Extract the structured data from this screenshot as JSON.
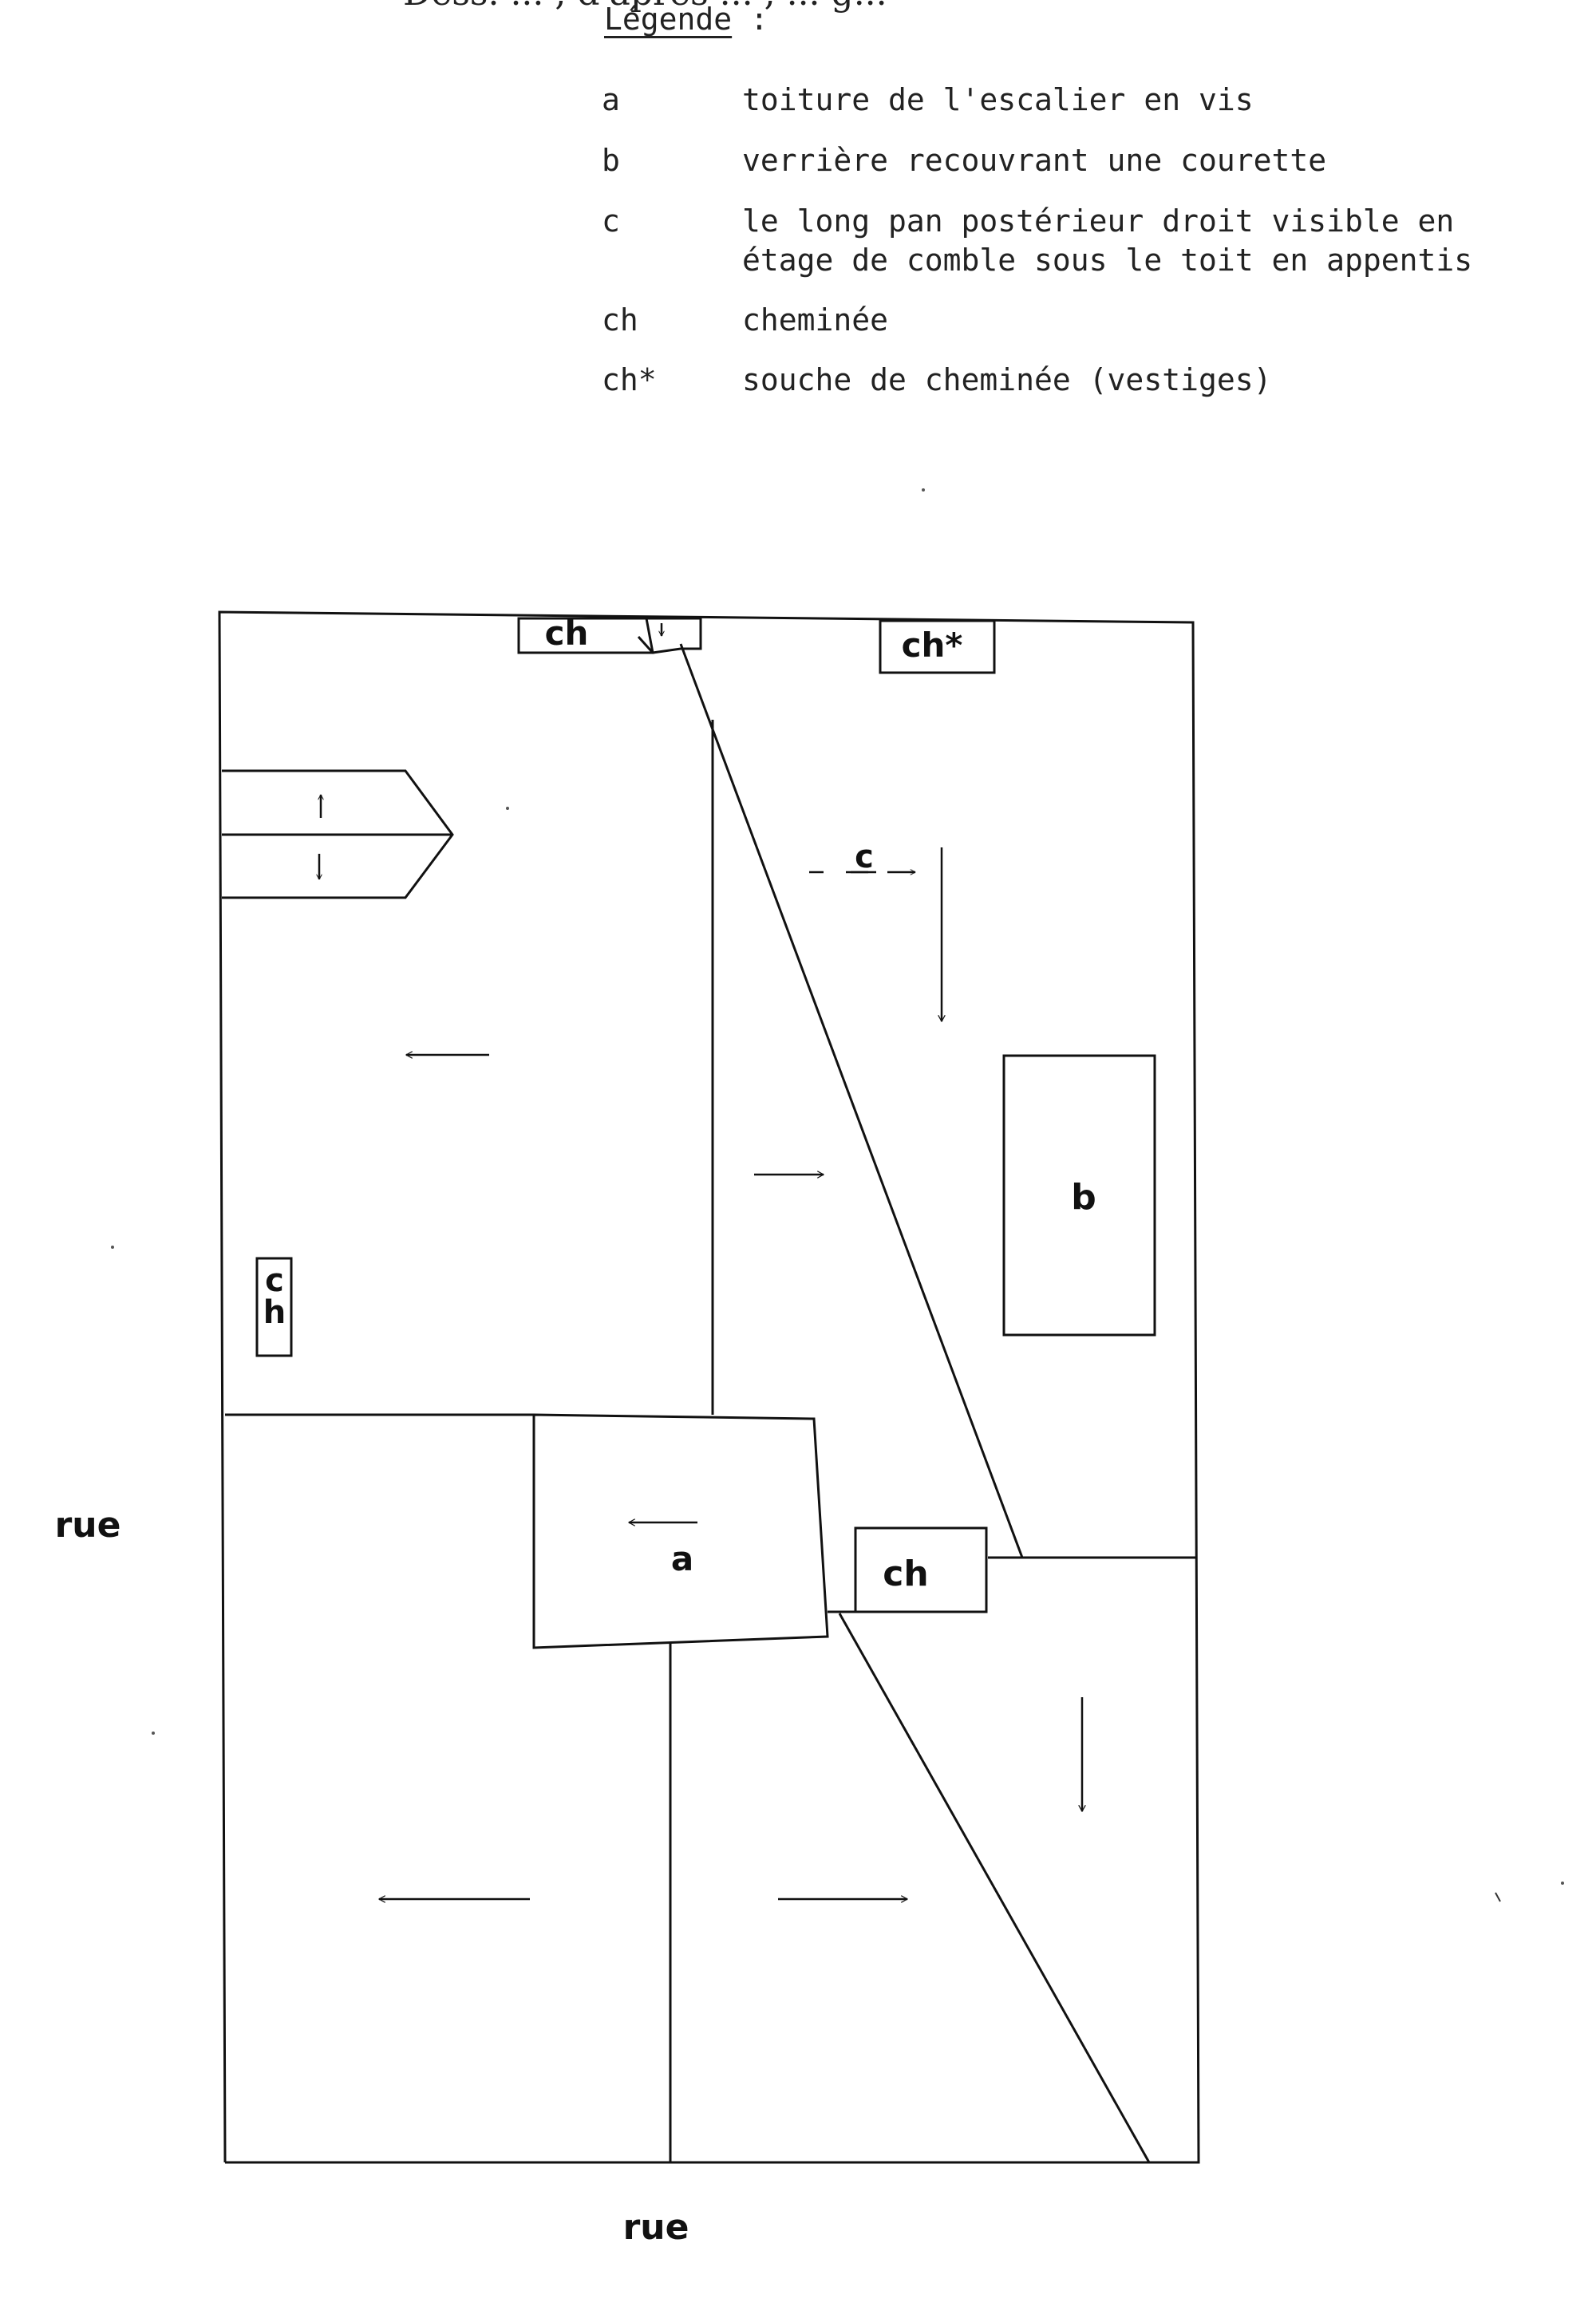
{
  "header_cut_text": "Dess. ... , d'après ... , ... g...",
  "legend": {
    "title": "Légende",
    "colon": " :",
    "items": [
      {
        "key": "a",
        "lines": [
          "toiture de l'escalier en vis"
        ]
      },
      {
        "key": "b",
        "lines": [
          "verrière recouvrant une courette"
        ]
      },
      {
        "key": "c",
        "lines": [
          "le long pan postérieur droit visible en",
          "étage de comble sous le toit en appentis"
        ]
      },
      {
        "key": "ch",
        "lines": [
          "cheminée"
        ]
      },
      {
        "key": "ch*",
        "lines": [
          "souche de cheminée (vestiges)"
        ]
      }
    ]
  },
  "plan": {
    "labels": {
      "ch_top": "ch",
      "ch_star": "ch*",
      "ch_vertical_c": "c",
      "ch_vertical_h": "h",
      "ch_lower": "ch",
      "a": "a",
      "b": "b",
      "c": "c",
      "rue_left": "rue",
      "rue_bottom": "rue"
    },
    "line_color": "#111111"
  }
}
